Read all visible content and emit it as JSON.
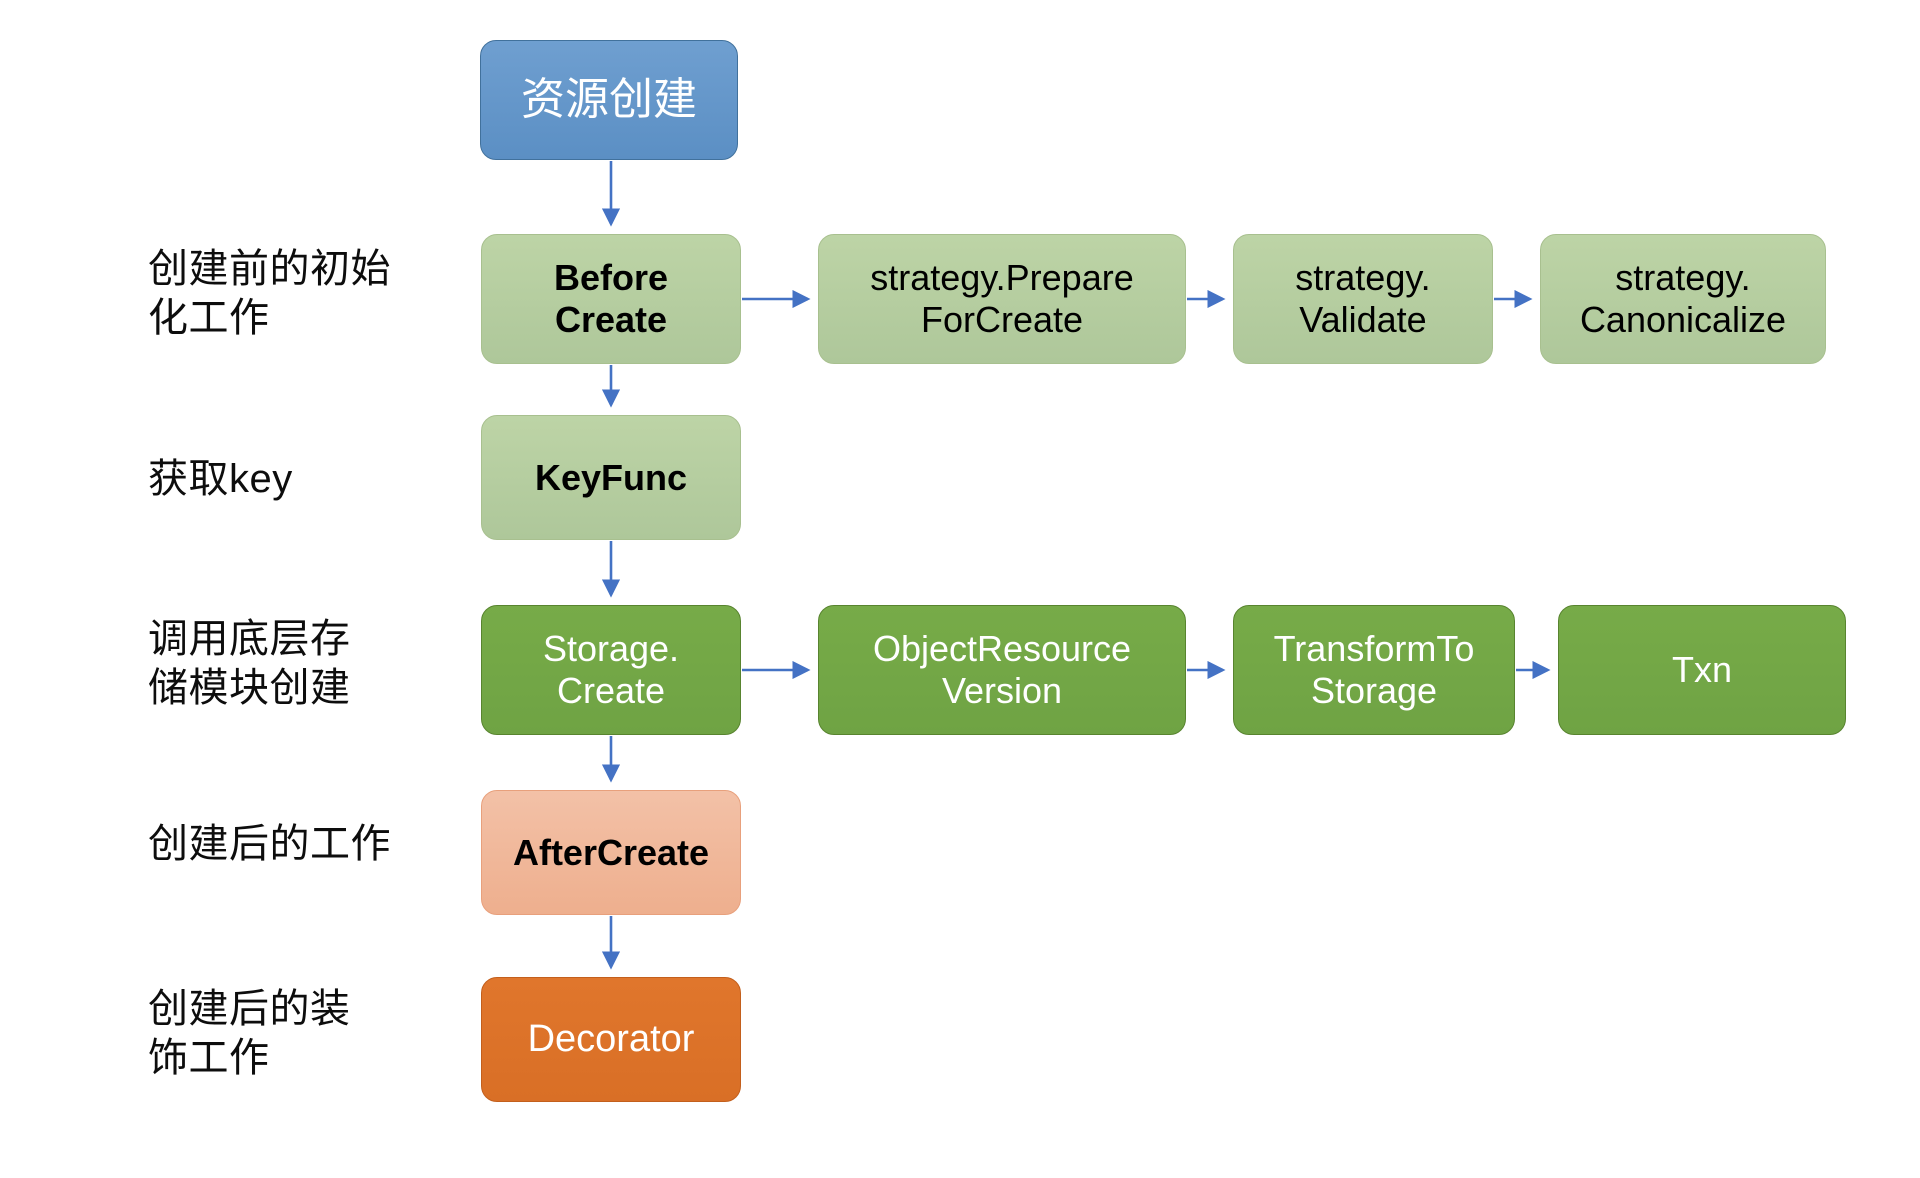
{
  "diagram": {
    "title": "资源创建",
    "accent_blue": "#5b8fc4",
    "accent_light_green": "#b4cd9c",
    "accent_dark_green": "#73a444",
    "accent_peach": "#f0b495",
    "accent_orange": "#dd7129",
    "arrow_color": "#4472c4"
  },
  "stage_labels": [
    {
      "text": "创建前的初始\n化工作"
    },
    {
      "text": "获取key"
    },
    {
      "text": "调用底层存\n储模块创建"
    },
    {
      "text": "创建后的工作"
    },
    {
      "text": "创建后的装\n饰工作"
    }
  ],
  "nodes": {
    "start": {
      "label": "资源创建"
    },
    "row1": [
      {
        "label": "Before\nCreate"
      },
      {
        "label": "strategy.Prepare\nForCreate"
      },
      {
        "label": "strategy.\nValidate"
      },
      {
        "label": "strategy.\nCanonicalize"
      }
    ],
    "row2": [
      {
        "label": "KeyFunc"
      }
    ],
    "row3": [
      {
        "label": "Storage.\nCreate"
      },
      {
        "label": "ObjectResource\nVersion"
      },
      {
        "label": "TransformTo\nStorage"
      },
      {
        "label": "Txn"
      }
    ],
    "row4": [
      {
        "label": "AfterCreate"
      }
    ],
    "row5": [
      {
        "label": "Decorator"
      }
    ]
  }
}
